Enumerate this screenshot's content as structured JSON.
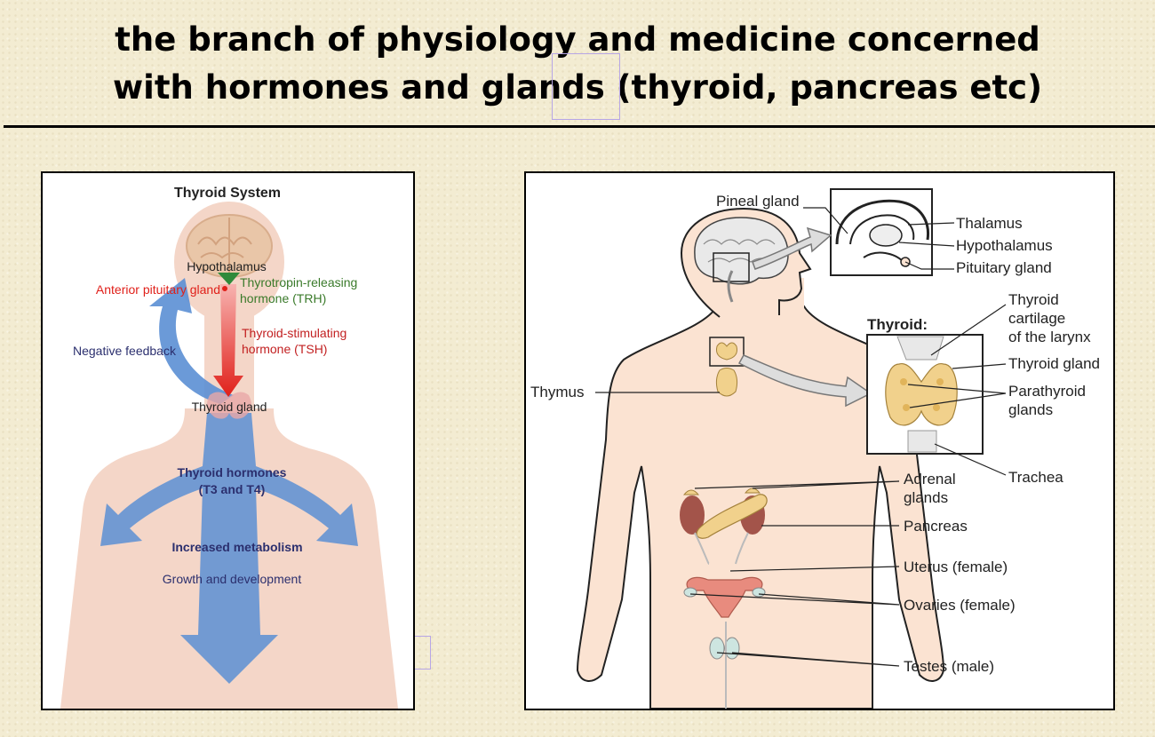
{
  "title": {
    "line1": "the branch of physiology and medicine concerned",
    "line2": "with hormones and glands (thyroid, pancreas etc)"
  },
  "thyroid_system": {
    "title": "Thyroid System",
    "hypothalamus": "Hypothalamus",
    "anterior_pituitary": "Anterior pituitary gland",
    "trh_line1": "Thyrotropin-releasing",
    "trh_line2": "hormone (TRH)",
    "tsh_line1": "Thyroid-stimulating",
    "tsh_line2": "hormone (TSH)",
    "negative_feedback": "Negative feedback",
    "thyroid_gland": "Thyroid gland",
    "hormones_line1": "Thyroid hormones",
    "hormones_line2": "(T3 and T4)",
    "increased_metabolism": "Increased metabolism",
    "growth": "Growth and development"
  },
  "endocrine": {
    "pineal": "Pineal gland",
    "thalamus": "Thalamus",
    "hypothalamus": "Hypothalamus",
    "pituitary": "Pituitary gland",
    "thyroid_heading": "Thyroid:",
    "cartilage_line1": "Thyroid",
    "cartilage_line2": "cartilage",
    "cartilage_line3": "of the larynx",
    "thyroid_gland": "Thyroid gland",
    "parathyroid_line1": "Parathyroid",
    "parathyroid_line2": "glands",
    "trachea": "Trachea",
    "thymus": "Thymus",
    "adrenal_line1": "Adrenal",
    "adrenal_line2": "glands",
    "pancreas": "Pancreas",
    "uterus": "Uterus (female)",
    "ovaries": "Ovaries (female)",
    "testes": "Testes (male)"
  },
  "colors": {
    "background": "#f3ecd2",
    "skin": "#f6dcc8",
    "feedback_blue": "#5b8fd4",
    "tsh_red": "#e0201a",
    "trh_green": "#3a7a2a",
    "label_navy": "#2b2f6e"
  }
}
